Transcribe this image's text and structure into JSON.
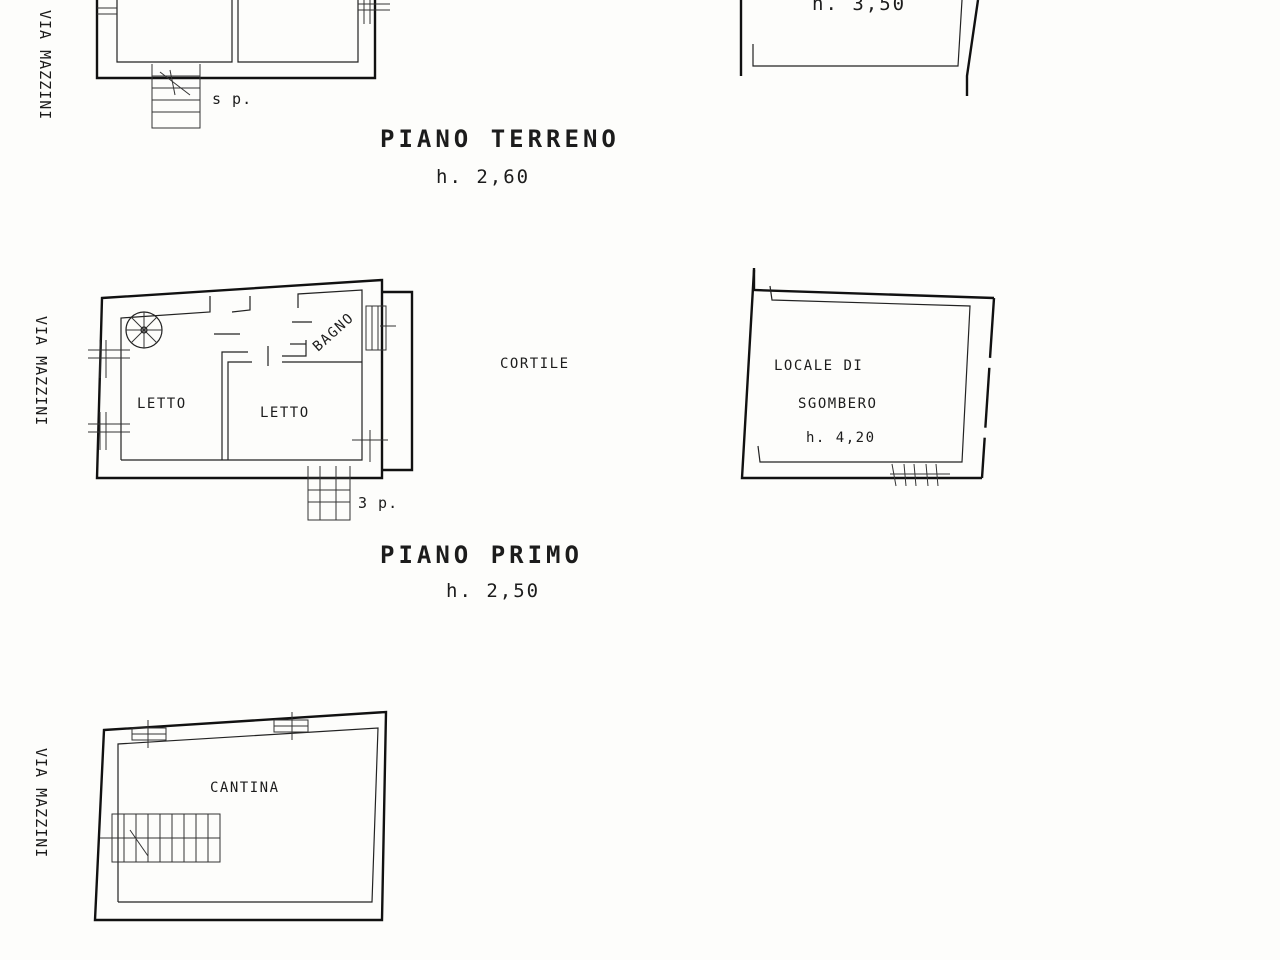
{
  "labels": {
    "street_label": "VIA MAZZINI",
    "ground_floor_title": "PIANO TERRENO",
    "ground_floor_height": "h. 2,60",
    "ground_annex_height": "h. 3,50",
    "ground_steps_note": "s p.",
    "first_floor_title": "PIANO PRIMO",
    "first_floor_height": "h. 2,50",
    "room_bedroom_left": "LETTO",
    "room_bedroom_right": "LETTO",
    "room_bathroom": "BAGNO",
    "courtyard": "CORTILE",
    "storage_line1": "LOCALE DI",
    "storage_line2": "SGOMBERO",
    "storage_height": "h. 4,20",
    "first_steps_note": "3 p.",
    "cellar": "CANTINA"
  },
  "colors": {
    "ink": "#111111",
    "paper": "#fdfdfb"
  }
}
